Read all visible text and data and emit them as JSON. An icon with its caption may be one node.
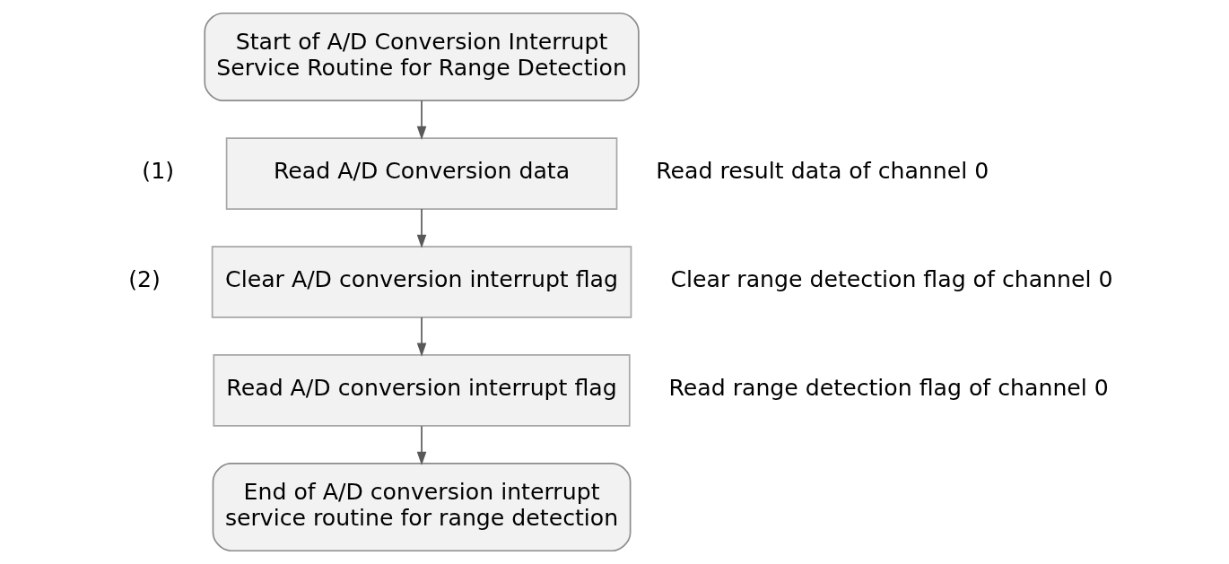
{
  "diagram": {
    "nodes": [
      {
        "text": [
          "Start of A/D Conversion Interrupt Service Routine for Range Detection"
        ]
      },
      {
        "text": [
          "Read A/D Conversion data"
        ],
        "beside": [
          "Read result data of channel 0"
        ]
      },
      {
        "text": [
          "Clear A/D conversion interrupt flag"
        ],
        "beside": [
          "Clear range detection flag of channel 0"
        ]
      },
      {
        "text": [
          "Read A/D conversion interrupt flag"
        ],
        "beside": [
          "Read range detection flag of channel 0"
        ]
      },
      {
        "text": [
          "End of A/D conversion interrupt service routine for range detection"
        ]
      }
    ],
    "edges": [
      {
        "from": 0,
        "to": 1,
        "arrow": "to"
      },
      {
        "from": 1,
        "to": 2,
        "arrow": "to"
      },
      {
        "from": 2,
        "to": 3,
        "arrow": "to"
      },
      {
        "from": 3,
        "to": 4,
        "arrow": "to"
      }
    ],
    "labels": [
      "(1)",
      "(2)"
    ]
  }
}
